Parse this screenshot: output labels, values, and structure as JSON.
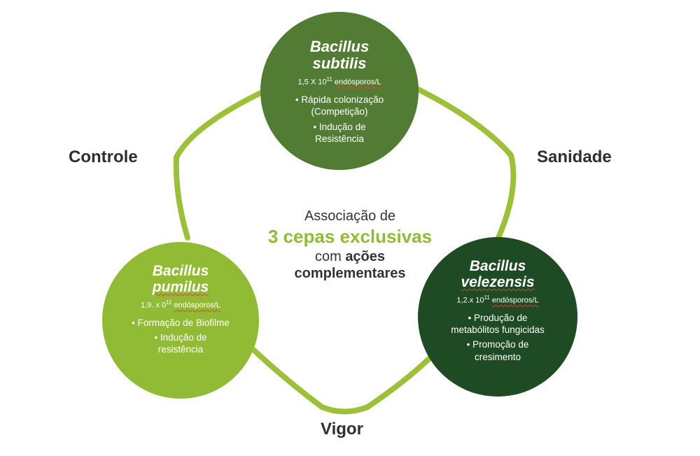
{
  "labels": {
    "top_left": "Controle",
    "top_right": "Sanidade",
    "bottom": "Vigor"
  },
  "center": {
    "line1": "Associação de",
    "line2": "3 cepas exclusivas",
    "line3_prefix": "com",
    "line3_bold": "ações",
    "line4": "complementares",
    "accent_color": "#92bb35"
  },
  "strains": {
    "subtilis": {
      "name_line1": "Bacillus",
      "name_line2": "subtilis",
      "conc_prefix": "1,5 X 10",
      "conc_exp": "11",
      "conc_unit": "endósporos/L",
      "items": [
        {
          "a": "Rápida colonização",
          "b": "(Competição)"
        },
        {
          "a": "Indução de",
          "b": "Resistência"
        }
      ],
      "color": "#527b33"
    },
    "pumilus": {
      "name_line1": "Bacillus",
      "name_line2": "pumilus",
      "conc_prefix": "1,9. x 0",
      "conc_exp": "11",
      "conc_unit": "endósporos/L",
      "items": [
        {
          "a": "Formação de Biofilme"
        },
        {
          "a": "Indução de",
          "b": "resistência"
        }
      ],
      "color": "#92bb35"
    },
    "velezensis": {
      "name_line1": "Bacillus",
      "name_line2": "velezensis",
      "conc_prefix": "1,2.x 10",
      "conc_exp": "11",
      "conc_unit": "endósporos/L",
      "items": [
        {
          "a": "Produção de",
          "b": "metabólitos fungicidas"
        },
        {
          "a": "Promoção de",
          "b": "cresimento"
        }
      ],
      "color": "#1e4a24"
    }
  },
  "connector_color": "#9dc03a"
}
